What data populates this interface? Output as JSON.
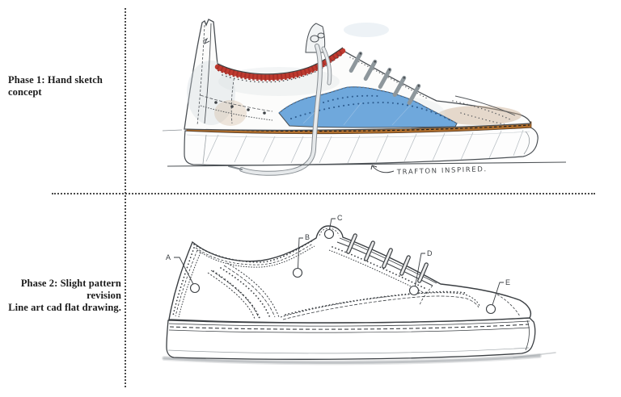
{
  "phase1": {
    "label": "Phase 1: Hand sketch concept",
    "annotation": "TRAFTON INSPIRED.",
    "colors": {
      "collar_trim": "#bf3a2f",
      "saddle_panel": "#6fa8dc",
      "saddle_dots": "#2d5c8f",
      "welt": "#b06f2e",
      "lace": "#8e979c",
      "pencil": "#4a4f54"
    }
  },
  "phase2": {
    "label_line1": "Phase 2: Slight pattern revision",
    "label_line2": "Line art cad flat drawing.",
    "line_color": "#3a3e42",
    "callouts": [
      {
        "id": "A"
      },
      {
        "id": "B"
      },
      {
        "id": "C"
      },
      {
        "id": "D"
      },
      {
        "id": "E"
      }
    ]
  }
}
